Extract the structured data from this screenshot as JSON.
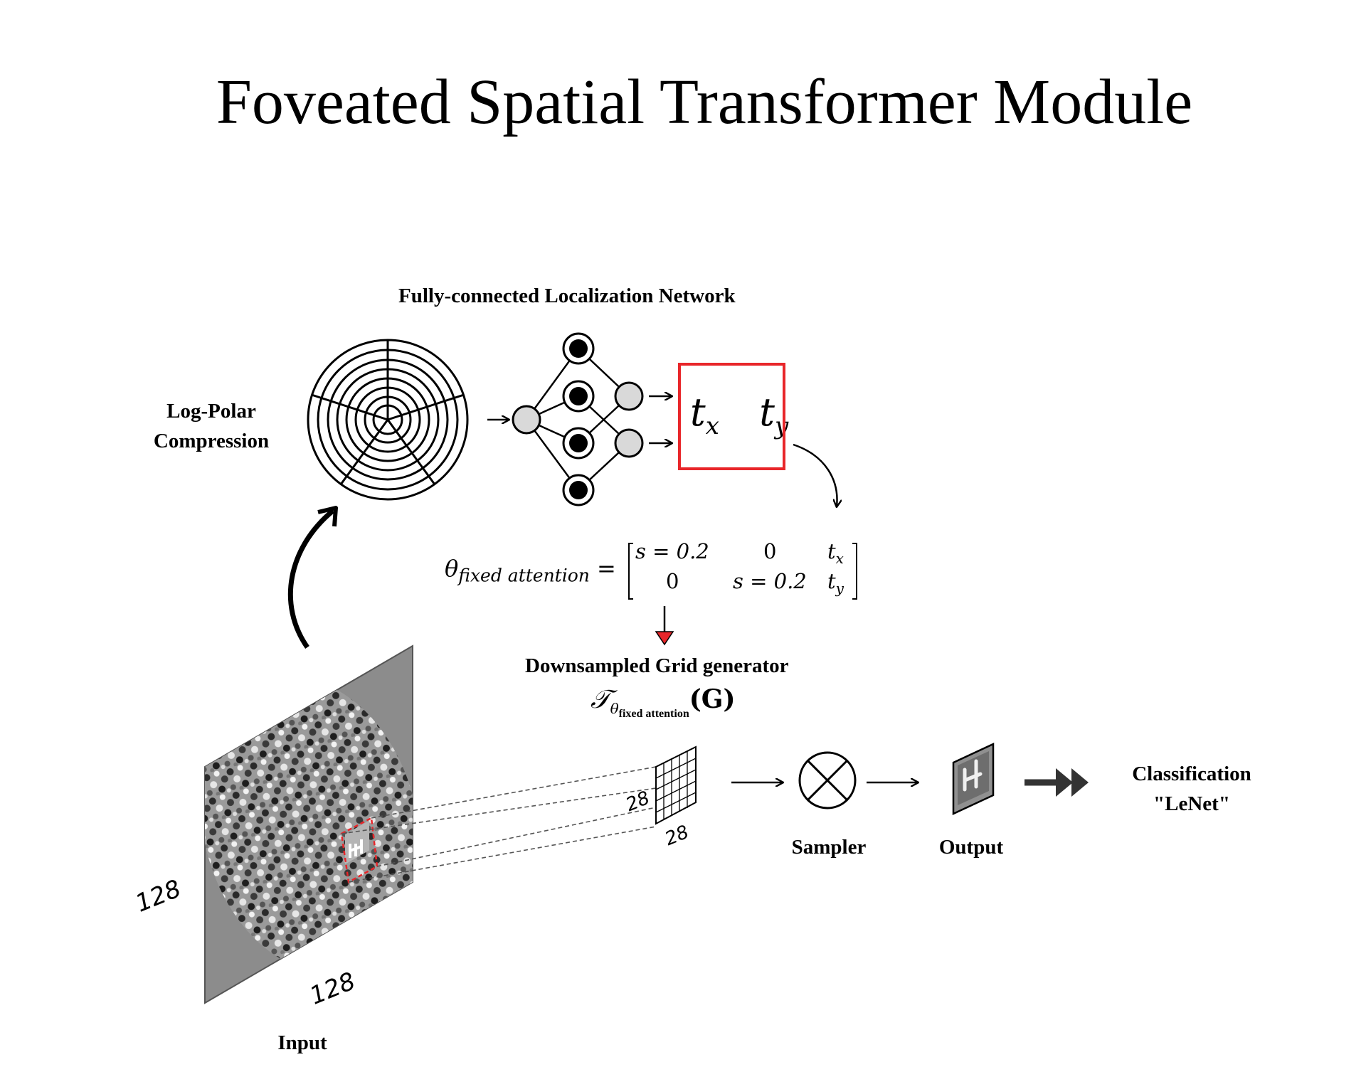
{
  "title": "Foveated Spatial Transformer Module",
  "labels": {
    "localization_network": "Fully-connected Localization Network",
    "log_polar_line1": "Log-Polar",
    "log_polar_line2": "Compression",
    "grid_generator": "Downsampled Grid generator",
    "sampler": "Sampler",
    "output": "Output",
    "classification_line1": "Classification",
    "classification_line2": "\"LeNet\"",
    "input": "Input"
  },
  "params_box": {
    "tx": "t",
    "tx_sub": "x",
    "ty": "t",
    "ty_sub": "y"
  },
  "formula": {
    "lhs_symbol": "θ",
    "lhs_sub": "fixed attention",
    "equals": "=",
    "r1c1": "s = 0.2",
    "r1c2": "0",
    "r1c3_main": "t",
    "r1c3_sub": "x",
    "r2c1": "0",
    "r2c2": "s = 0.2",
    "r2c3_main": "t",
    "r2c3_sub": "y"
  },
  "grid_formula": {
    "symbol": "𝒯",
    "sub_theta": "θ",
    "sub_text": "fixed  attention",
    "arg": "(G)"
  },
  "dimensions": {
    "input_height": "128",
    "input_width": "128",
    "grid_height": "28",
    "grid_width": "28"
  },
  "colors": {
    "highlight_red": "#e8262a",
    "panel_gray": "#8c8c8c",
    "node_gray": "#d9d9d9",
    "black": "#000000"
  }
}
